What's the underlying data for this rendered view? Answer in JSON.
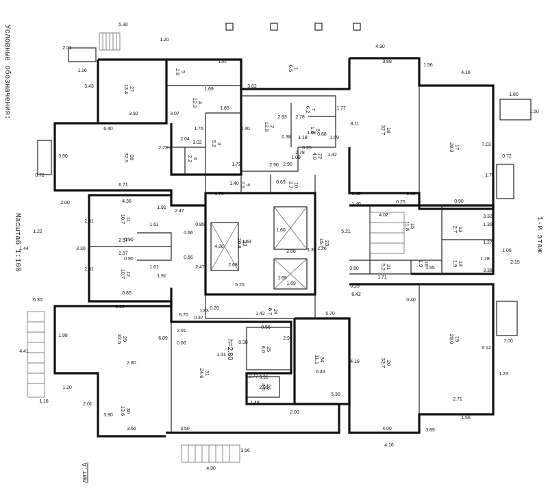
{
  "legend": {
    "title": "Условные обозначения:",
    "scale": "Масштаб 1:100"
  },
  "floor": {
    "label": "1-й этаж",
    "letter": "лит.А",
    "height": "h=2.80"
  },
  "rooms": [
    {
      "num": "27",
      "area": "13.4"
    },
    {
      "num": "28",
      "area": "37.5"
    },
    {
      "num": "11",
      "area": "10.7"
    },
    {
      "num": "12",
      "area": "10.7"
    },
    {
      "num": "29",
      "area": "32.5"
    },
    {
      "num": "30",
      "area": "13.6"
    },
    {
      "num": "31",
      "area": "24.6"
    },
    {
      "num": "5",
      "area": "2.6"
    },
    {
      "num": "4",
      "area": "12.3"
    },
    {
      "num": "3",
      "area": "5.2"
    },
    {
      "num": "6",
      "area": "2.2"
    },
    {
      "num": "2",
      "area": "12.8"
    },
    {
      "num": "7",
      "area": "6.2"
    },
    {
      "num": "8",
      "area": "1.4"
    },
    {
      "num": "1",
      "area": "6.5"
    },
    {
      "num": "22",
      "area": "4.0"
    },
    {
      "num": "18",
      "area": "32.7"
    },
    {
      "num": "17",
      "area": "28.3"
    },
    {
      "num": "9",
      "area": "2.5"
    },
    {
      "num": "10",
      "area": "2.7"
    },
    {
      "num": "33",
      "area": "20.8"
    },
    {
      "num": "23",
      "area": "15.7"
    },
    {
      "num": "15",
      "area": "11.8"
    },
    {
      "num": "13",
      "area": "2.7"
    },
    {
      "num": "14",
      "area": "1.9"
    },
    {
      "num": "16",
      "area": "1.9"
    },
    {
      "num": "21",
      "area": "5.2"
    },
    {
      "num": "24",
      "area": "8.7"
    },
    {
      "num": "25",
      "area": "8.0"
    },
    {
      "num": "26",
      "area": "4.6"
    },
    {
      "num": "34",
      "area": "11.1"
    },
    {
      "num": "20",
      "area": "32.7"
    },
    {
      "num": "19",
      "area": "28.0"
    }
  ],
  "dims": [
    "5.30",
    "2.01",
    "1.20",
    "1.16",
    "3.89",
    "4.90",
    "1.56",
    "4.16",
    "1.80",
    "1.50",
    "3.43",
    "3.92",
    "6.40",
    "1.87",
    "1.69",
    "3.02",
    "1.85",
    "3.07",
    "1.76",
    "2.04",
    "3.02",
    "4.40",
    "2.90",
    "2.93",
    "2.78",
    "1.18",
    "1.01",
    "0.68",
    "1.59",
    "8.11",
    "1.77",
    "7.03",
    "0.72",
    "1.78",
    "2.23",
    "3.90",
    "1.78",
    "0.72",
    "6.71",
    "1.72",
    "2.90",
    "0.38",
    "2.78",
    "1.09",
    "0.25",
    "1.42",
    "1.40",
    "2.00",
    "4.36",
    "1.91",
    "2.47",
    "0.85",
    "2.81",
    "1.61",
    "2.57",
    "0.90",
    "0.66",
    "3.30",
    "1.22",
    "1.44",
    "2.81",
    "1.61",
    "2.57",
    "0.90",
    "0.66",
    "1.91",
    "2.47",
    "0.85",
    "4.36",
    "2.68",
    "1.69",
    "5.20",
    "1.60",
    "2.68",
    "1.69",
    "1.69",
    "1.40",
    "0.49",
    "0.25",
    "0.69",
    "0.90",
    "4.02",
    "5.21",
    "2.26",
    "3.32",
    "1.30",
    "1.27",
    "1.28",
    "2.15",
    "1.05",
    "0.60",
    "1.55",
    "1.71",
    "3.38",
    "1.30",
    "6.42",
    "0.25",
    "0.69",
    "0.40",
    "0.90",
    "6.70",
    "1.83",
    "0.37",
    "0.26",
    "1.42",
    "5.70",
    "1.98",
    "6.89",
    "2.91",
    "0.66",
    "0.56",
    "2.94",
    "0.38",
    "2.77",
    "6.43",
    "4.19",
    "6.12",
    "7.00",
    "1.23",
    "4.41",
    "6.30",
    "1.20",
    "1.16",
    "2.01",
    "3.66",
    "3.90",
    "3.50",
    "3.91",
    "2.96",
    "1.48",
    "2.00",
    "5.30",
    "2.71",
    "4.00",
    "3.89",
    "1.56",
    "4.16",
    "4.90",
    "3.56",
    "1.31",
    "2.80",
    "6.40"
  ]
}
